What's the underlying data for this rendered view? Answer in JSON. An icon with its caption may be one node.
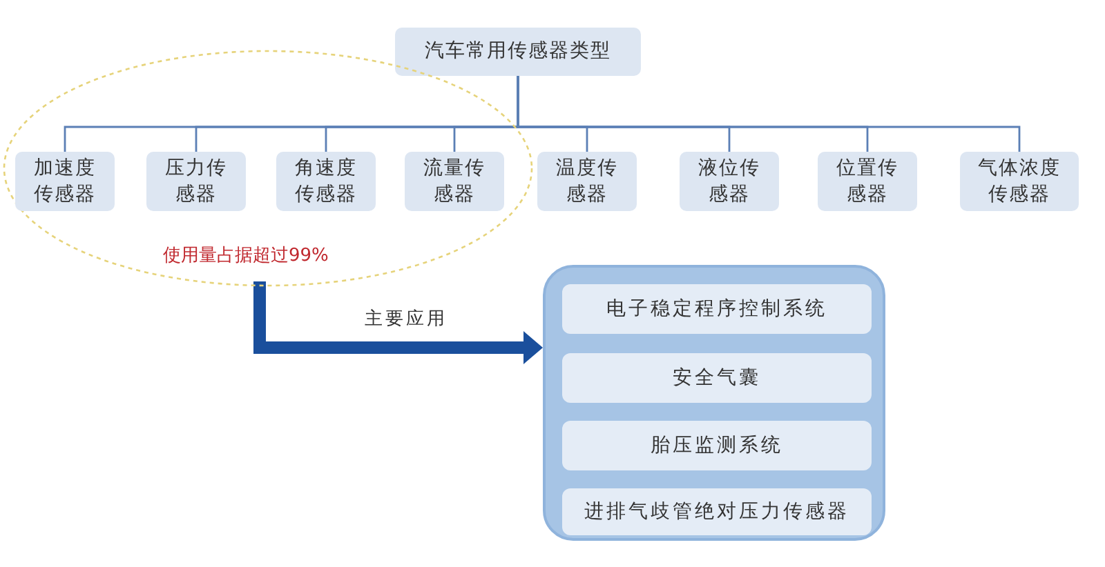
{
  "diagram": {
    "nodes": [
      {
        "text": [
          "汽车常用传感器类型"
        ]
      },
      {
        "text": [
          "使用量占据超过99%"
        ]
      },
      {
        "text": [
          "加速度传感器"
        ],
        "in": 1
      },
      {
        "text": [
          "压力传感器"
        ],
        "in": 1
      },
      {
        "text": [
          "角速度传感器"
        ],
        "in": 1
      },
      {
        "text": [
          "流量传感器"
        ],
        "in": 1
      },
      {
        "text": [
          "温度传感器"
        ]
      },
      {
        "text": [
          "液位传感器"
        ]
      },
      {
        "text": [
          "位置传感器"
        ]
      },
      {
        "text": [
          "气体浓度传感器"
        ]
      },
      {
        "text": [],
        "shape": "box"
      },
      {
        "text": [
          "电子稳定程序控制系统"
        ],
        "in": 10
      },
      {
        "text": [
          "安全气囊"
        ],
        "in": 10
      },
      {
        "text": [
          "胎压监测系统"
        ],
        "in": 10
      },
      {
        "text": [
          "进排气歧管绝对压力传感器"
        ],
        "in": 10
      }
    ],
    "edges": [
      {
        "from": 0,
        "to": 2,
        "arrow": "none"
      },
      {
        "from": 0,
        "to": 3,
        "arrow": "none"
      },
      {
        "from": 0,
        "to": 4,
        "arrow": "none"
      },
      {
        "from": 0,
        "to": 5,
        "arrow": "none"
      },
      {
        "from": 0,
        "to": 6,
        "arrow": "none"
      },
      {
        "from": 0,
        "to": 7,
        "arrow": "none"
      },
      {
        "from": 0,
        "to": 8,
        "arrow": "none"
      },
      {
        "from": 0,
        "to": 9,
        "arrow": "none"
      },
      {
        "from": 1,
        "to": 10,
        "arrow": "to",
        "label": "主要应用",
        "style": "thick",
        "color": "#1a4f9c"
      }
    ]
  }
}
